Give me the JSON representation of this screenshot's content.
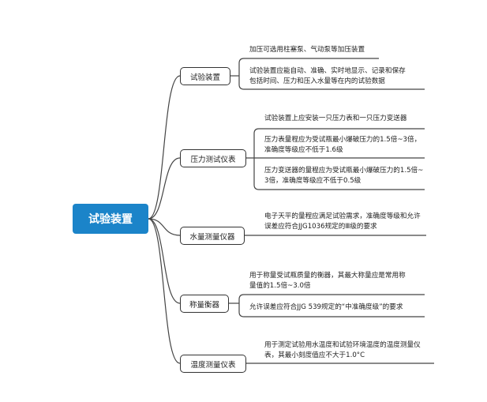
{
  "root": "试验装置",
  "branches": [
    {
      "label": "试验装置",
      "leaves": [
        "加压可选用柱塞泵、气动泵等加压装置",
        "试验装置应能自动、准确、实时地显示、记录和保存\n包括时间、压力和压入水量等在内的试验数据"
      ]
    },
    {
      "label": "压力测试仪表",
      "leaves": [
        "试验装置上应安装一只压力表和一只压力变送器",
        "压力表量程应为受试瓶最小爆破压力的1.5倍~3倍，\n准确度等级应不低于1.6级",
        "压力变送器的量程应为受试瓶最小爆破压力的1.5倍~\n3倍，准确度等级应不低于0.5级"
      ]
    },
    {
      "label": "水量测量仪器",
      "leaves": [
        "电子天平的量程应满足试验需求，准确度等级和允许\n误差应符合JJG1036规定的Ⅲ级的要求"
      ]
    },
    {
      "label": "称量衡器",
      "leaves": [
        "用于称量受试瓶质量的衡器，其最大称量应是常用称\n量值的1.5倍~3.0倍",
        "允许误差应符合JJG 539规定的“中准确度级”的要求"
      ]
    },
    {
      "label": "温度测量仪表",
      "leaves": [
        "用于测定试验用水温度和试验环境温度的温度测量仪\n表，其最小刻度值应不大于1.0°C"
      ]
    }
  ]
}
